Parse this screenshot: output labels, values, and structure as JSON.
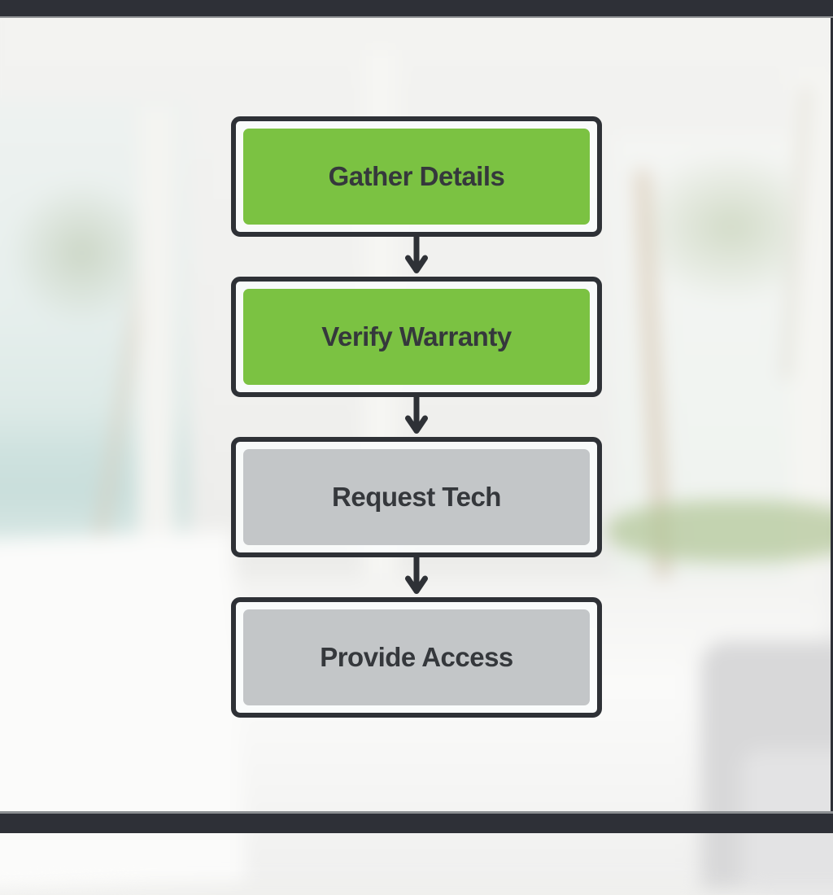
{
  "theme": {
    "ink": "#2e3136",
    "label": "#35383c",
    "bar": "#2e3037",
    "green": "#7bc242",
    "gray": "#c3c6c8"
  },
  "background": {
    "subject": "blurred white beach-house interior with palm trees and ocean seen through windows"
  },
  "flowchart": {
    "steps": [
      {
        "label": "Gather Details",
        "fill": "#7bc242"
      },
      {
        "label": "Verify Warranty",
        "fill": "#7bc242"
      },
      {
        "label": "Request Tech",
        "fill": "#c3c6c8"
      },
      {
        "label": "Provide Access",
        "fill": "#c3c6c8"
      }
    ],
    "connector": {
      "icon": "arrow-down-icon",
      "color": "#2e3136"
    }
  }
}
